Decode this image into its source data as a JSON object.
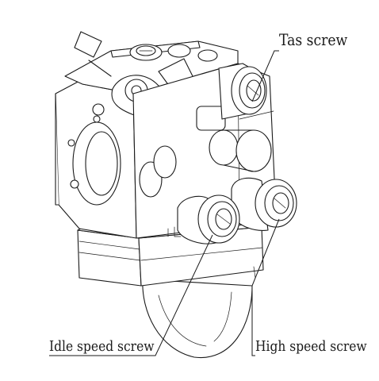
{
  "diagram": {
    "labels": {
      "tas_screw": "Tas screw",
      "idle_speed_screw": "Idle speed screw",
      "high_speed_screw": "High speed screw"
    },
    "line_color": "#1a1a1a",
    "background": "#ffffff"
  }
}
